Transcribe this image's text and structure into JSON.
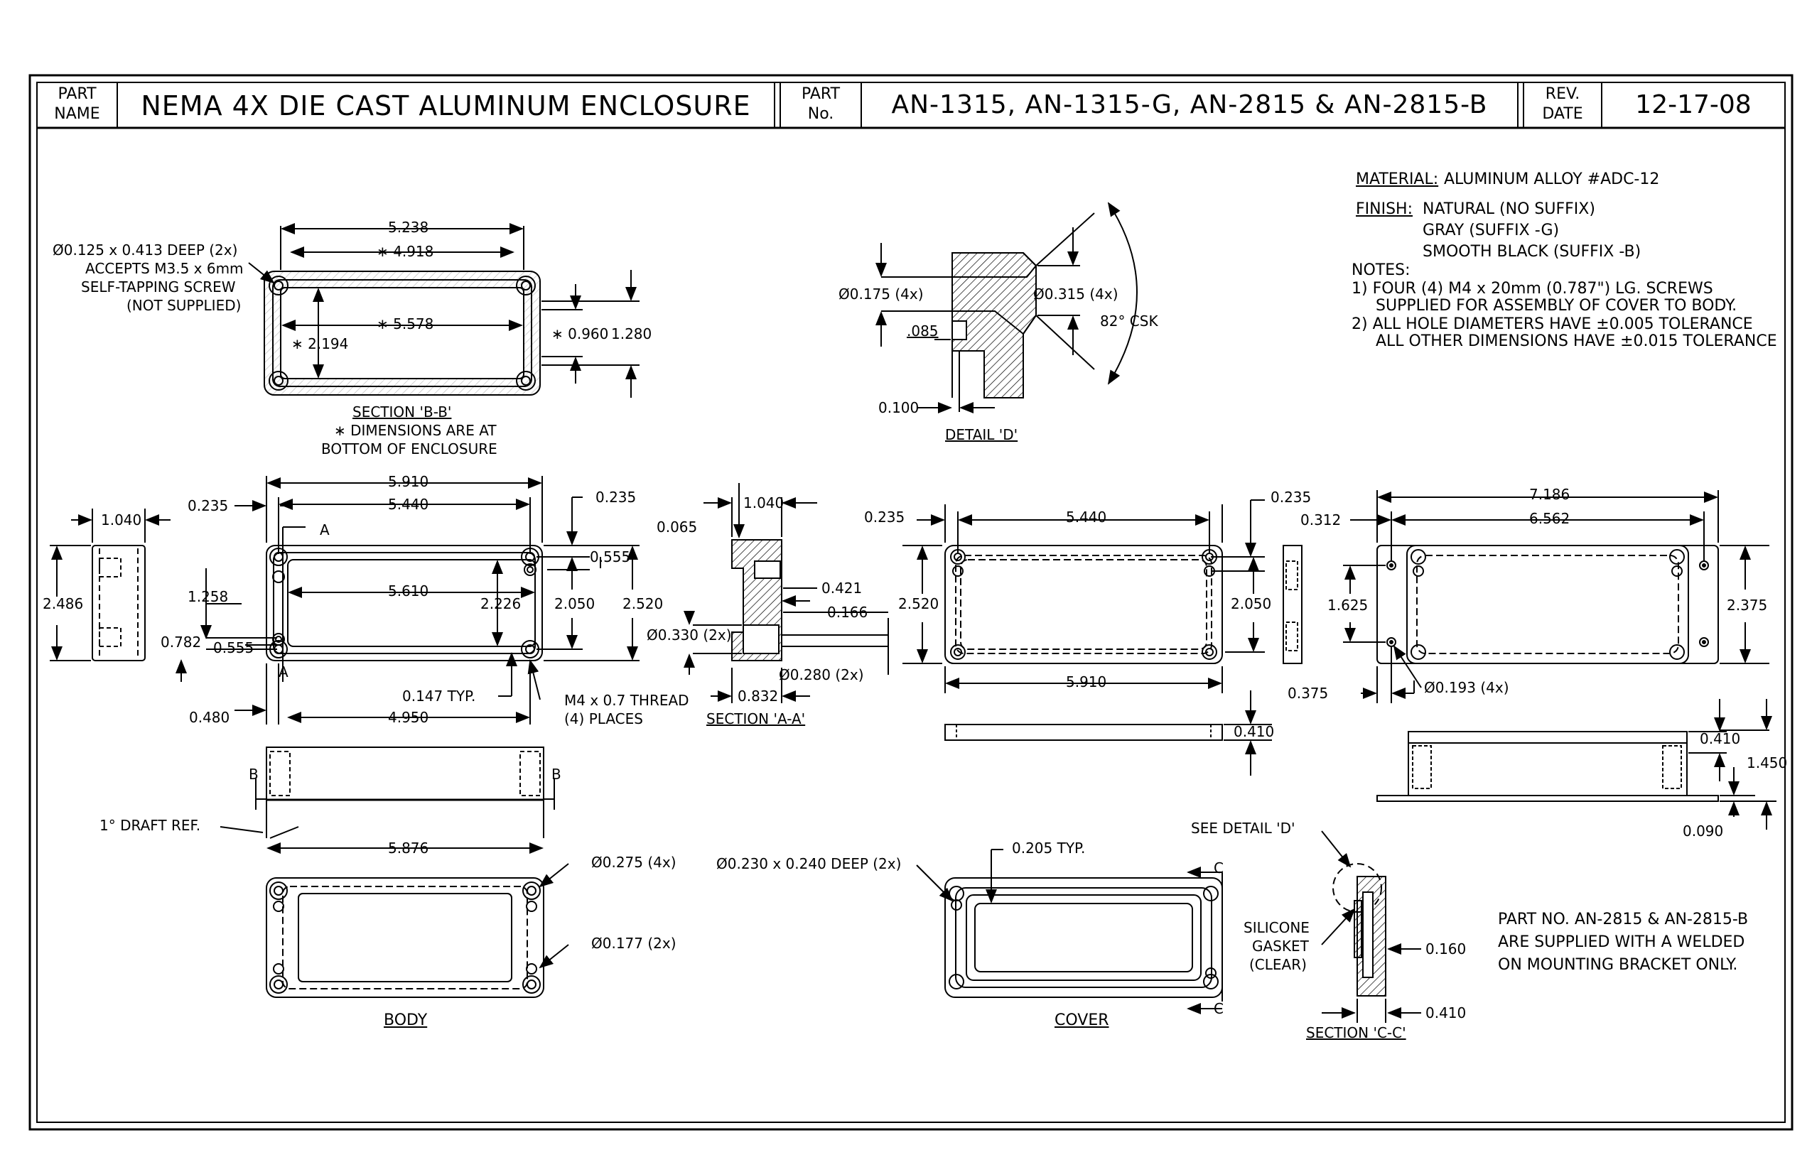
{
  "title_block": {
    "part_name_label_1": "PART",
    "part_name_label_2": "NAME",
    "part_name": "NEMA 4X DIE CAST ALUMINUM ENCLOSURE",
    "part_no_label_1": "PART",
    "part_no_label_2": "No.",
    "part_no": "AN-1315, AN-1315-G, AN-2815 & AN-2815-B",
    "rev_label_1": "REV.",
    "rev_label_2": "DATE",
    "rev_date": "12-17-08"
  },
  "notes": {
    "material_label": "MATERIAL:",
    "material": "ALUMINUM ALLOY #ADC-12",
    "finish_label": "FINISH:",
    "finish_1": "NATURAL (NO SUFFIX)",
    "finish_2": "GRAY (SUFFIX -G)",
    "finish_3": "SMOOTH BLACK (SUFFIX -B)",
    "notes_label": "NOTES:",
    "note_1a": "1) FOUR (4) M4 x 20mm (0.787\") LG. SCREWS",
    "note_1b": "SUPPLIED FOR ASSEMBLY OF COVER TO BODY.",
    "note_2a": "2) ALL HOLE DIAMETERS HAVE ±0.005 TOLERANCE",
    "note_2b": "ALL OTHER DIMENSIONS HAVE ±0.015 TOLERANCE",
    "bracket_note_1": "PART NO. AN-2815 & AN-2815-B",
    "bracket_note_2": "ARE SUPPLIED WITH A WELDED",
    "bracket_note_3": "ON MOUNTING BRACKET ONLY."
  },
  "section_bb": {
    "dim_5238": "5.238",
    "dim_4918": "∗ 4.918",
    "dim_5578": "∗ 5.578",
    "dim_2194": "∗ 2.194",
    "dim_0960": "∗ 0.960",
    "dim_1280": "1.280",
    "hole_1": "Ø0.125 x 0.413 DEEP (2x)",
    "hole_2": "ACCEPTS M3.5 x 6mm",
    "hole_3": "SELF-TAPPING SCREW",
    "hole_4": "(NOT SUPPLIED)",
    "title": "SECTION 'B-B'",
    "note_1": "∗ DIMENSIONS ARE AT",
    "note_2": "BOTTOM OF ENCLOSURE"
  },
  "detail_d": {
    "dim_0175": "Ø0.175 (4x)",
    "dim_0315": "Ø0.315 (4x)",
    "dim_085": ".085",
    "dim_csk": "82° CSK",
    "dim_0100": "0.100",
    "title": "DETAIL 'D'"
  },
  "body_top": {
    "dim_5910": "5.910",
    "dim_5440": "5.440",
    "dim_0235": "0.235",
    "dim_0235r": "0.235",
    "dim_0555r": "0.555",
    "dim_5610": "5.610",
    "dim_2226": "2.226",
    "dim_2050": "2.050",
    "dim_2520": "2.520",
    "dim_1258": "1.258",
    "dim_0782": "0.782",
    "dim_0555": "0.555",
    "dim_0147": "0.147 TYP.",
    "thread_1": "M4 x 0.7 THREAD",
    "thread_2": "(4) PLACES",
    "dim_0480": "0.480",
    "dim_4950": "4.950",
    "sec_a": "A",
    "sec_a2": "A"
  },
  "body_side": {
    "dim_1040": "1.040",
    "dim_2486": "2.486"
  },
  "section_aa": {
    "dim_1040": "1.040",
    "dim_0065": "0.065",
    "dim_0421": "0.421",
    "dim_0166": "0.166",
    "dim_0330": "Ø0.330 (2x)",
    "dim_0280": "Ø0.280 (2x)",
    "dim_0832": "0.832",
    "title": "SECTION 'A-A'"
  },
  "body_front": {
    "sec_b": "B",
    "sec_b2": "B",
    "draft": "1° DRAFT REF.",
    "dim_5876": "5.876"
  },
  "body_bottom": {
    "dim_0275": "Ø0.275 (4x)",
    "dim_0177": "Ø0.177 (2x)",
    "title": "BODY"
  },
  "cover_top": {
    "dim_0235": "0.235",
    "dim_5440": "5.440",
    "dim_0235r": "0.235",
    "dim_2520": "2.520",
    "dim_2050": "2.050",
    "dim_5910": "5.910",
    "dim_0410": "0.410"
  },
  "bracket": {
    "dim_7186": "7.186",
    "dim_0312": "0.312",
    "dim_6562": "6.562",
    "dim_1625": "1.625",
    "dim_2375": "2.375",
    "dim_0375": "0.375",
    "dim_0193": "Ø0.193 (4x)",
    "dim_0410": "0.410",
    "dim_1450": "1.450",
    "dim_0090": "0.090"
  },
  "cover_bottom": {
    "dim_0205": "0.205 TYP.",
    "dim_0230": "Ø0.230 x 0.240 DEEP (2x)",
    "sec_c": "C",
    "sec_c2": "C",
    "title": "COVER"
  },
  "section_cc": {
    "see_detail": "SEE DETAIL 'D'",
    "gasket_1": "SILICONE",
    "gasket_2": "GASKET",
    "gasket_3": "(CLEAR)",
    "dim_0160": "0.160",
    "dim_0410": "0.410",
    "title": "SECTION 'C-C'"
  }
}
